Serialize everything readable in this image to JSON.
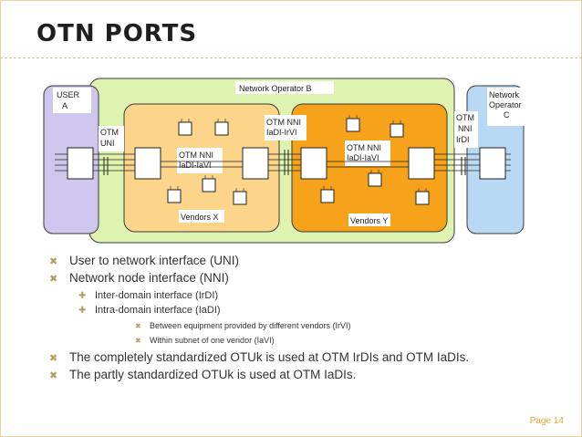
{
  "title": "OTN PORTS",
  "diagram": {
    "user": [
      "USER",
      "A"
    ],
    "operator_b": "Network Operator B",
    "operator_c": [
      "Network",
      "Operator",
      "C"
    ],
    "otm_uni": [
      "OTM",
      "UNI"
    ],
    "otm_nni_iadi_left": [
      "OTM NNI",
      "IaDI-IaVI"
    ],
    "otm_nni_iadi_irvi": [
      "OTM NNI",
      "IaDI-IrVI"
    ],
    "otm_nni_iadi_right": [
      "OTM NNI",
      "IaDI-IaVI"
    ],
    "otm_nni_irdi": [
      "OTM",
      "NNI",
      "IrDI"
    ],
    "vendor_x": "Vendors X",
    "vendor_y": "Vendors Y"
  },
  "bullets": [
    {
      "level": 1,
      "text": "User to network interface (UNI)"
    },
    {
      "level": 1,
      "text": "Network node interface (NNI)"
    },
    {
      "level": 2,
      "text": "Inter-domain interface (IrDI)"
    },
    {
      "level": 2,
      "text": "Intra-domain interface (IaDI)"
    },
    {
      "level": 3,
      "text": "Between equipment provided by different vendors (IrVI)"
    },
    {
      "level": 3,
      "text": "Within subnet of one vendor (IaVI)"
    },
    {
      "level": 1,
      "text": "The completely standardized OTUk is used at OTM IrDIs and OTM IaDIs."
    },
    {
      "level": 1,
      "text": "The partly standardized OTUk is used at OTM IaDIs."
    }
  ],
  "page_label": "Page 14",
  "colors": {
    "user_fill": "#cfc6ee",
    "operator_b_fill": "#dff3b0",
    "vendor_x_fill": "#fcd48a",
    "vendor_y_fill": "#f7a21b",
    "operator_c_fill": "#b8d8f4",
    "bullet_mark": "#b0a060"
  }
}
